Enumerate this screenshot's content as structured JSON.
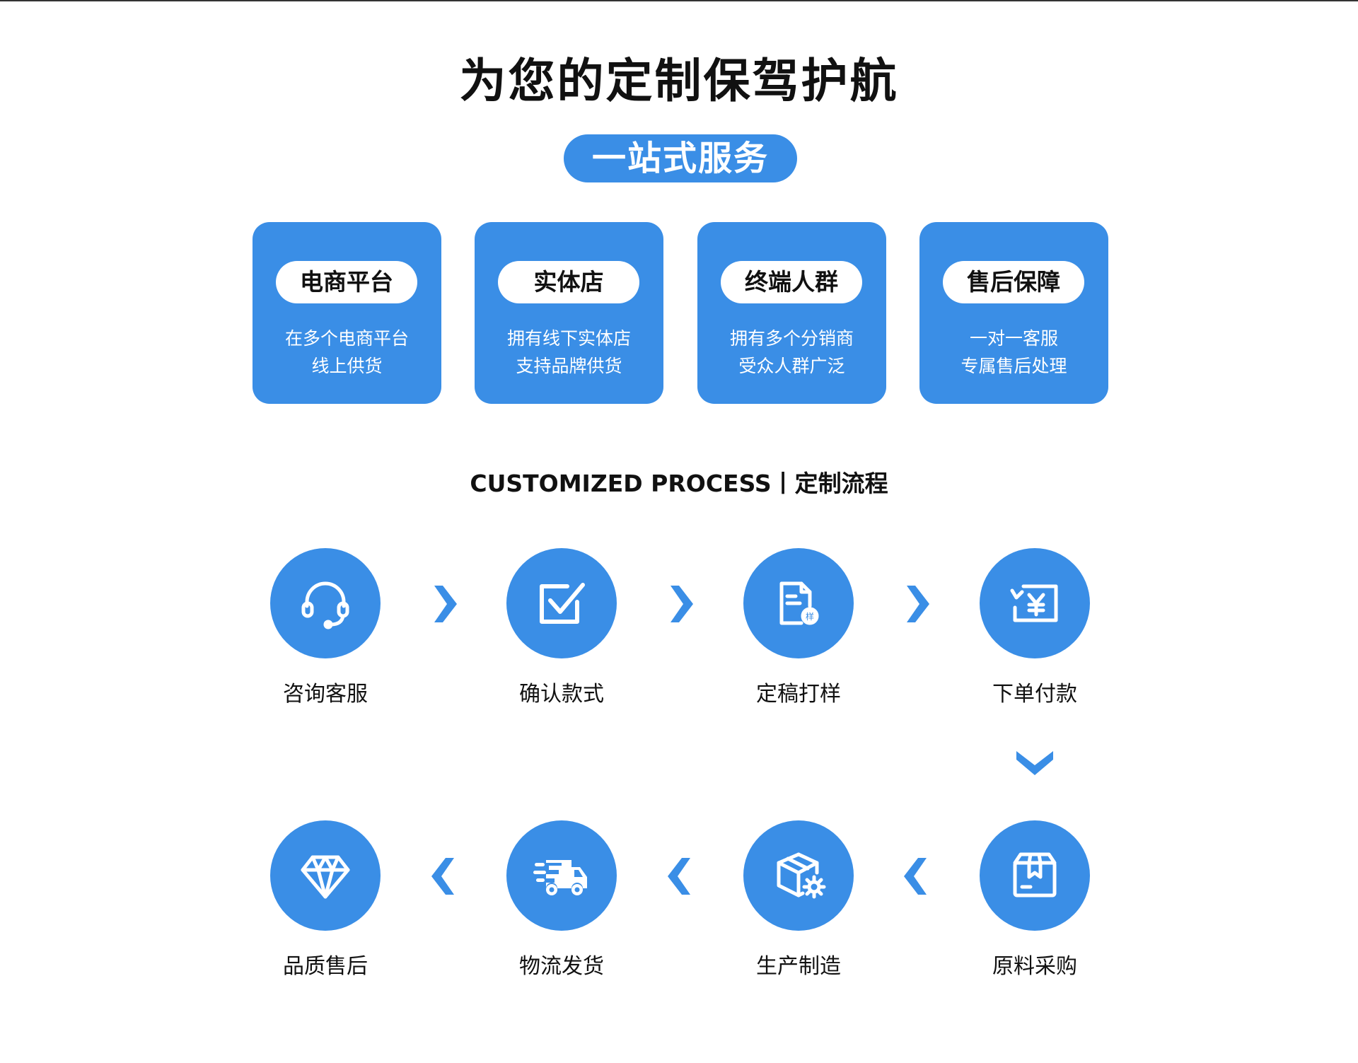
{
  "header": {
    "title": "为您的定制保驾护航",
    "subtitle": "一站式服务"
  },
  "service_cards": [
    {
      "title": "电商平台",
      "line1": "在多个电商平台",
      "line2": "线上供货"
    },
    {
      "title": "实体店",
      "line1": "拥有线下实体店",
      "line2": "支持品牌供货"
    },
    {
      "title": "终端人群",
      "line1": "拥有多个分销商",
      "line2": "受众人群广泛"
    },
    {
      "title": "售后保障",
      "line1": "一对一客服",
      "line2": "专属售后处理"
    }
  ],
  "process": {
    "heading": "CUSTOMIZED PROCESS丨定制流程",
    "steps": [
      {
        "label": "咨询客服",
        "icon": "headset-icon"
      },
      {
        "label": "确认款式",
        "icon": "checkbox-icon"
      },
      {
        "label": "定稿打样",
        "icon": "document-sample-icon"
      },
      {
        "label": "下单付款",
        "icon": "yen-payment-icon"
      },
      {
        "label": "原料采购",
        "icon": "package-box-icon"
      },
      {
        "label": "生产制造",
        "icon": "box-gear-icon"
      },
      {
        "label": "物流发货",
        "icon": "delivery-truck-icon"
      },
      {
        "label": "品质售后",
        "icon": "diamond-icon"
      }
    ]
  },
  "colors": {
    "accent": "#3a8ee6",
    "text": "#111111",
    "background": "#ffffff"
  }
}
